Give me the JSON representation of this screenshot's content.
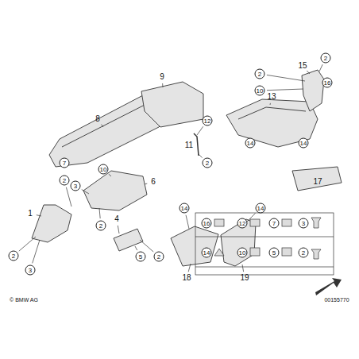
{
  "diagram": {
    "labels": [
      "9",
      "8",
      "13",
      "15",
      "2",
      "16",
      "2",
      "10",
      "12",
      "11",
      "2",
      "14",
      "14",
      "17",
      "10",
      "6",
      "3",
      "7",
      "2",
      "1",
      "14",
      "14",
      "2",
      "4",
      "5",
      "2",
      "2",
      "3",
      "18",
      "19",
      "16",
      "12",
      "7",
      "3",
      "14",
      "10",
      "5",
      "2",
      "© BMW AG",
      "00155770"
    ]
  }
}
